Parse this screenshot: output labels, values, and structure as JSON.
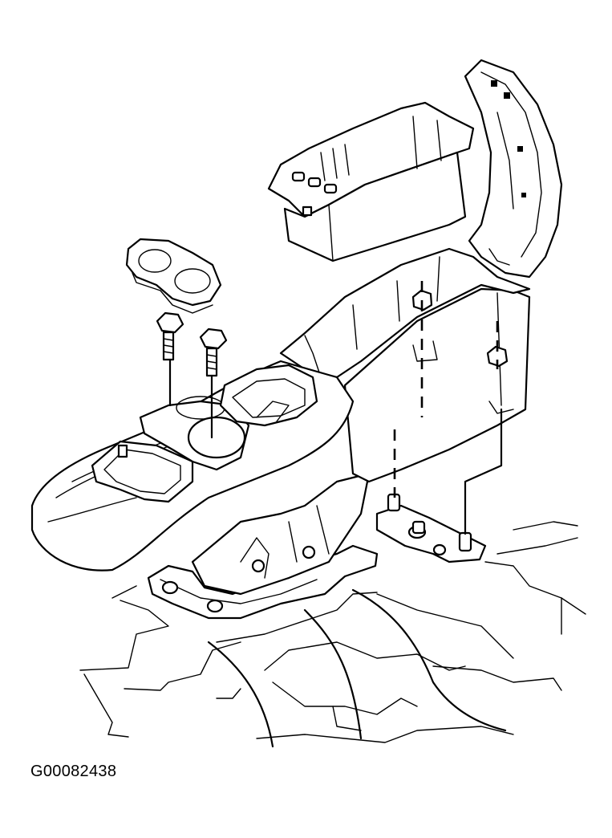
{
  "figure": {
    "id_label": "G00082438"
  },
  "colors": {
    "line": "#000000",
    "background": "#ffffff"
  },
  "parts": [
    "storage-bin",
    "console-lid",
    "cup-holder-insert",
    "bolts",
    "console-body",
    "floor-mounting-bracket",
    "floor-pan"
  ]
}
